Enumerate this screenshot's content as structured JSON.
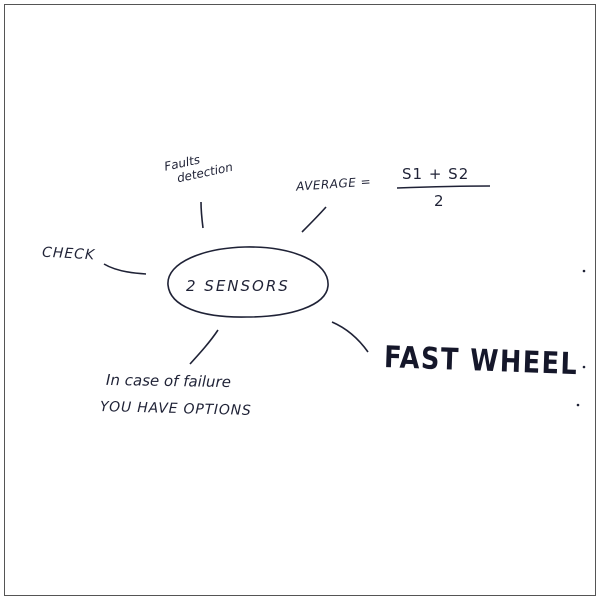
{
  "center": {
    "label": "2 SENSORS"
  },
  "branches": {
    "check": "CHECK",
    "faults_line1": "Faults",
    "faults_line2": "detection",
    "average_prefix": "AVERAGE =",
    "average_numerator": "S1 + S2",
    "average_denominator": "2",
    "failure_line1": "In case of failure",
    "failure_line2": "YOU HAVE OPTIONS",
    "fast_wheel": "FAST WHEEL"
  },
  "colors": {
    "ink": "#1f2236",
    "frame": "#555555",
    "background": "#ffffff"
  }
}
